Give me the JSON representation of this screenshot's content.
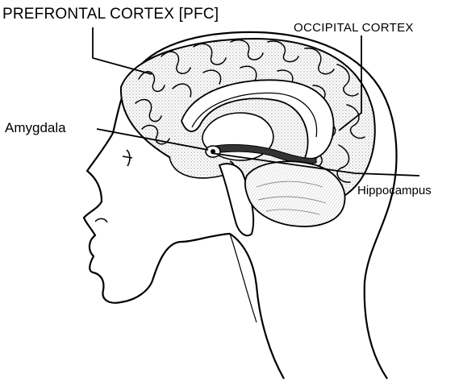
{
  "labels": {
    "prefrontal": "PREFRONTAL CORTEX [PFC]",
    "occipital": "OCCIPITAL CORTEX",
    "amygdala": "Amygdala",
    "hippocampus": "Hippocampus"
  },
  "colors": {
    "ink": "#000000",
    "cortex_shade": "#8a8a8a",
    "background": "#ffffff"
  }
}
